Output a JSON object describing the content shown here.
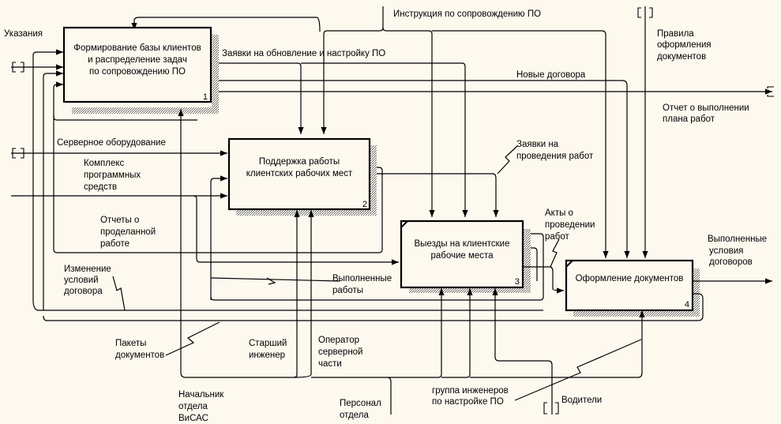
{
  "diagram": {
    "type": "IDEF0",
    "activities": [
      {
        "id": "A1",
        "number": "1",
        "lines": [
          "Формирование базы клиентов",
          "и распределение задач",
          "по сопровождению ПО"
        ]
      },
      {
        "id": "A2",
        "number": "2",
        "lines": [
          "Поддержка работы",
          "клиентских рабочих мест"
        ]
      },
      {
        "id": "A3",
        "number": "3",
        "lines": [
          "Выезды на клиентские",
          "рабочие места"
        ]
      },
      {
        "id": "A4",
        "number": "4",
        "lines": [
          "Оформление документов"
        ]
      }
    ],
    "arrows": {
      "ukazaniya": [
        "Указания"
      ],
      "instrukciya": [
        "Инструкция по сопровождению ПО"
      ],
      "pravila": [
        "Правила",
        "оформления",
        "документов"
      ],
      "zayavki_obnovlenie": [
        "Заявки на обновление и настройку ПО"
      ],
      "novye_dogovora": [
        "Новые договора"
      ],
      "otchet_plan": [
        "Отчет о выполнении",
        "плана работ"
      ],
      "servernoe": [
        "Серверное оборудование"
      ],
      "kompleks": [
        "Комплекс",
        "программных",
        "средств"
      ],
      "zayavki_provedenie": [
        "Заявки на",
        "проведения работ"
      ],
      "otchety": [
        "Отчеты о",
        "проделанной",
        "работе"
      ],
      "akty": [
        "Акты о",
        "проведении",
        "работ"
      ],
      "vypolnennye_usloviya": [
        "Выполненные",
        "условия",
        "договоров"
      ],
      "izmenenie": [
        "Изменение",
        "условий",
        "договора"
      ],
      "vypolnennye_raboty": [
        "Выполненные",
        "работы"
      ],
      "pakety": [
        "Пакеты",
        "документов"
      ],
      "starshiy": [
        "Старший",
        "инженер"
      ],
      "operator": [
        "Оператор",
        "серверной",
        "части"
      ],
      "nachalnik": [
        "Начальник",
        "отдела",
        "ВиСАС"
      ],
      "personal": [
        "Персонал",
        "отдела"
      ],
      "gruppa": [
        "группа инженеров",
        "по настройке ПО"
      ],
      "voditeli": [
        "Водители"
      ]
    }
  }
}
